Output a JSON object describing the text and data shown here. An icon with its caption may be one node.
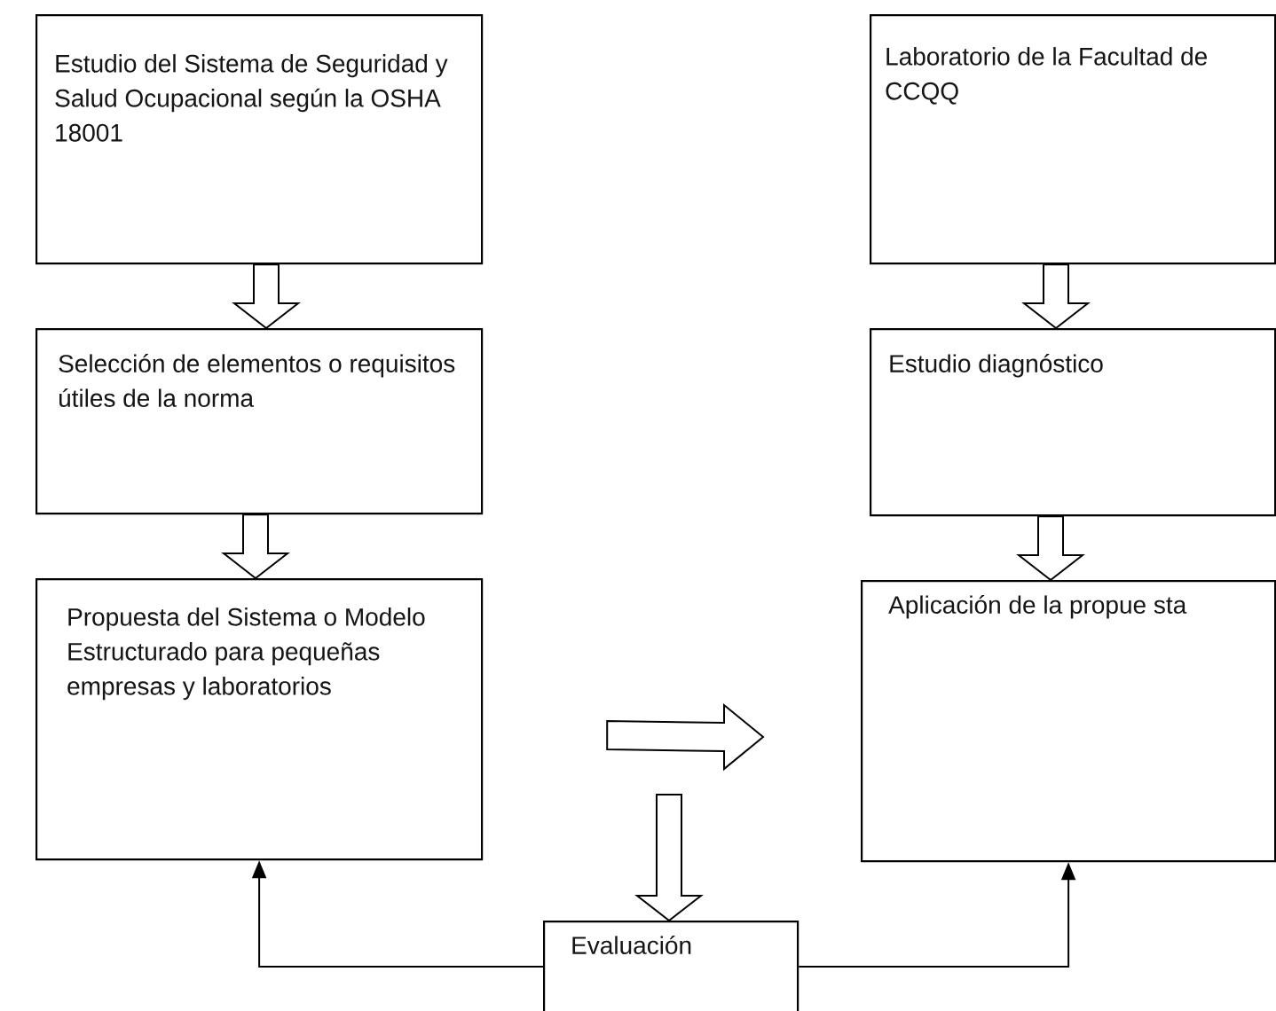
{
  "diagram": {
    "nodes": [
      {
        "text": [
          "Estudio del Sistema de Seguridad y Salud Ocupacional según la OSHA 18001"
        ]
      },
      {
        "text": [
          "Selección de elementos o requisitos útiles de la norma"
        ]
      },
      {
        "text": [
          "Propuesta del Sistema o Modelo Estructurado para pequeñas empresas y laboratorios"
        ]
      },
      {
        "text": [
          "Laboratorio de la Facultad de CCQQ"
        ]
      },
      {
        "text": [
          "Estudio diagnóstico"
        ]
      },
      {
        "text": [
          "Aplicación de la propue sta"
        ]
      },
      {
        "text": [
          "Evaluación"
        ]
      }
    ],
    "edges": [
      {
        "from": 0,
        "to": 1,
        "arrow": "to"
      },
      {
        "from": 1,
        "to": 2,
        "arrow": "to"
      },
      {
        "from": 3,
        "to": 4,
        "arrow": "to"
      },
      {
        "from": 4,
        "to": 5,
        "arrow": "to"
      },
      {
        "from": 2,
        "to": 5,
        "arrow": "to"
      },
      {
        "from": null,
        "to": 6,
        "arrow": "to"
      },
      {
        "from": 6,
        "to": 2,
        "arrow": "to"
      },
      {
        "from": 6,
        "to": 5,
        "arrow": "to"
      }
    ]
  }
}
